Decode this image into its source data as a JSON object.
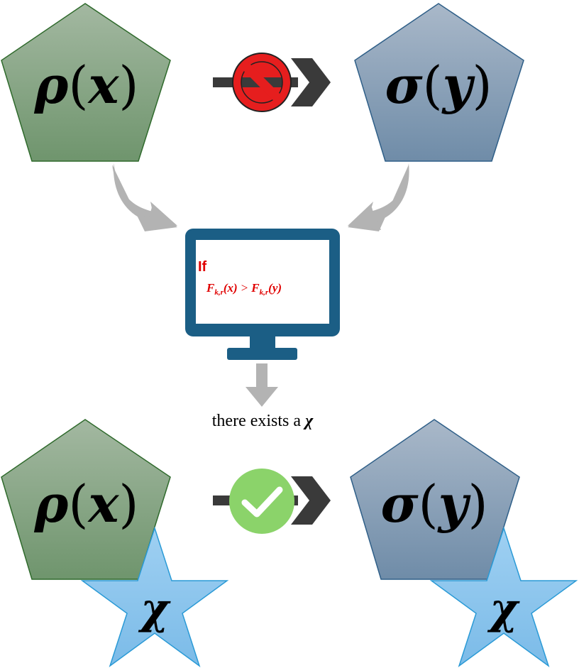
{
  "top": {
    "left_shape": {
      "fn": "ρ",
      "arg": "x",
      "lparen": "(",
      "rparen": ")"
    },
    "right_shape": {
      "fn": "σ",
      "arg": "y",
      "lparen": "(",
      "rparen": ")"
    },
    "arrow_status": "prohibited"
  },
  "computer": {
    "if_label": "If",
    "condition": {
      "lhs_fn": "F",
      "lhs_sub": "k,r",
      "lhs_arg": "(x)",
      "op": ">",
      "rhs_fn": "F",
      "rhs_sub": "k,r",
      "rhs_arg": "(y)"
    }
  },
  "caption": {
    "text": "there exists a ",
    "symbol": "χ"
  },
  "bottom": {
    "left_shape": {
      "fn": "ρ",
      "arg": "x",
      "lparen": "(",
      "rparen": ")",
      "star_symbol": "χ"
    },
    "right_shape": {
      "fn": "σ",
      "arg": "y",
      "lparen": "(",
      "rparen": ")",
      "star_symbol": "χ"
    },
    "arrow_status": "allowed"
  },
  "colors": {
    "green_top": "#9fb59d",
    "green_bottom": "#6f956d",
    "green_stroke": "#2f6a2c",
    "blue_top": "#a7b7c8",
    "blue_bottom": "#6f8ca8",
    "blue_stroke": "#2f5f88",
    "monitor": "#1b5e85",
    "arrow_dark": "#3a3a3a",
    "arrow_gray": "#b3b3b3",
    "prohibit_red": "#e61e1e",
    "check_green": "#8bd36a",
    "star_fill": "#85c2ec",
    "star_stroke": "#2a9ad6",
    "condition_red": "#e00000"
  }
}
